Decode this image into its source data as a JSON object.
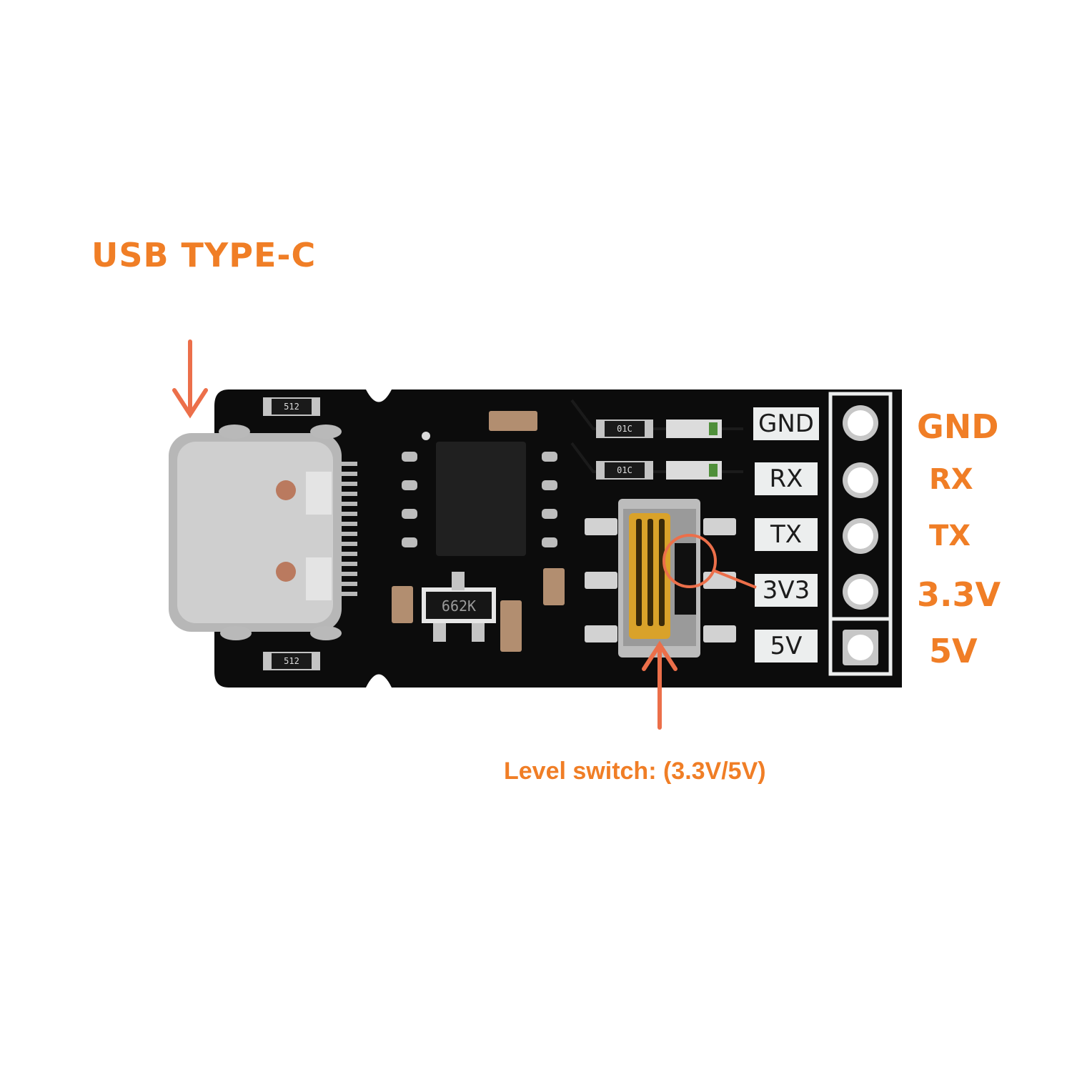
{
  "callouts": {
    "usb": "USB TYPE-C",
    "level_switch": "Level switch: (3.3V/5V)"
  },
  "pins": [
    "GND",
    "RX",
    "TX",
    "3.3V",
    "5V"
  ],
  "silkscreen": {
    "labels": [
      "GND",
      "RX",
      "TX",
      "3V3",
      "5V"
    ],
    "res_top": "512",
    "res_bottom": "512",
    "res_led1": "01C",
    "res_led2": "01C",
    "sot_marking": "662K"
  },
  "colors": {
    "accent": "#f07e26",
    "arrow": "#ec6f4a",
    "board": "#0c0c0c"
  }
}
